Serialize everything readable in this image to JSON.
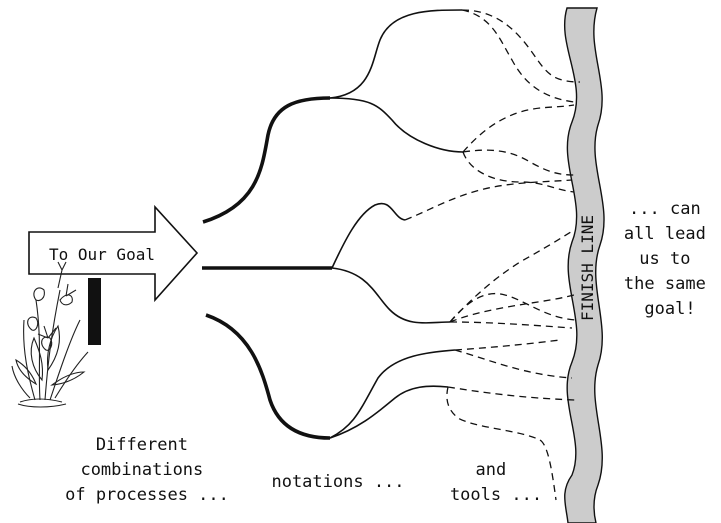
{
  "sign": {
    "label": "To Our Goal"
  },
  "finish": {
    "label": "FINISH LINE"
  },
  "captions": {
    "processes": [
      "Different",
      "combinations",
      "of processes ..."
    ],
    "notations": [
      "notations ..."
    ],
    "tools": [
      "and",
      "tools ..."
    ],
    "goal": [
      "... can",
      "all lead",
      "us to",
      "the same",
      "goal!"
    ]
  },
  "colors": {
    "finish_band": "#cccccc",
    "ink": "#111111"
  }
}
